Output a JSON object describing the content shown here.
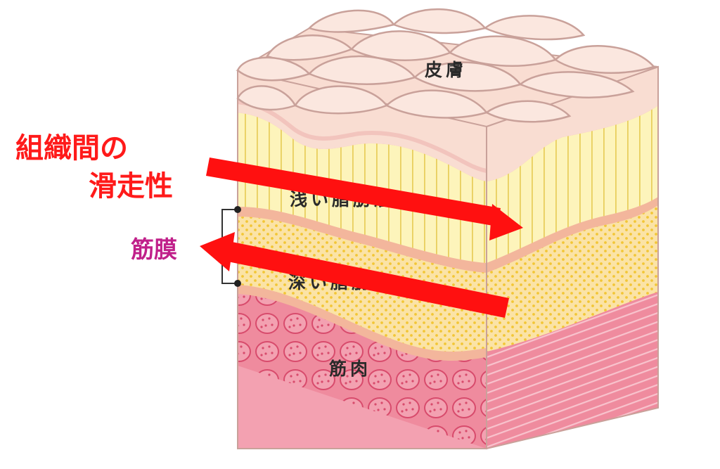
{
  "labels": {
    "skin": "皮膚",
    "shallow_fat": "浅い脂肪層",
    "deep_fat": "深い脂肪層",
    "muscle": "筋肉",
    "interstitial_line1": "組織間の",
    "interstitial_line2": "滑走性",
    "fascia": "筋膜"
  },
  "colors": {
    "skin": "#f9ddd2",
    "skin_dark": "#f2c4bd",
    "shallow_fat": "#fdf4bb",
    "shallow_fat_lines": "#e9cf5e",
    "fascia": "#f3b69c",
    "deep_fat": "#fbe3a6",
    "deep_fat_dots": "#f2c636",
    "muscle": "#ef8b9e",
    "muscle_dark": "#d84b6c",
    "arrow": "#ff1010",
    "label_red": "#ff1a1a",
    "label_pink": "#c0208a"
  }
}
